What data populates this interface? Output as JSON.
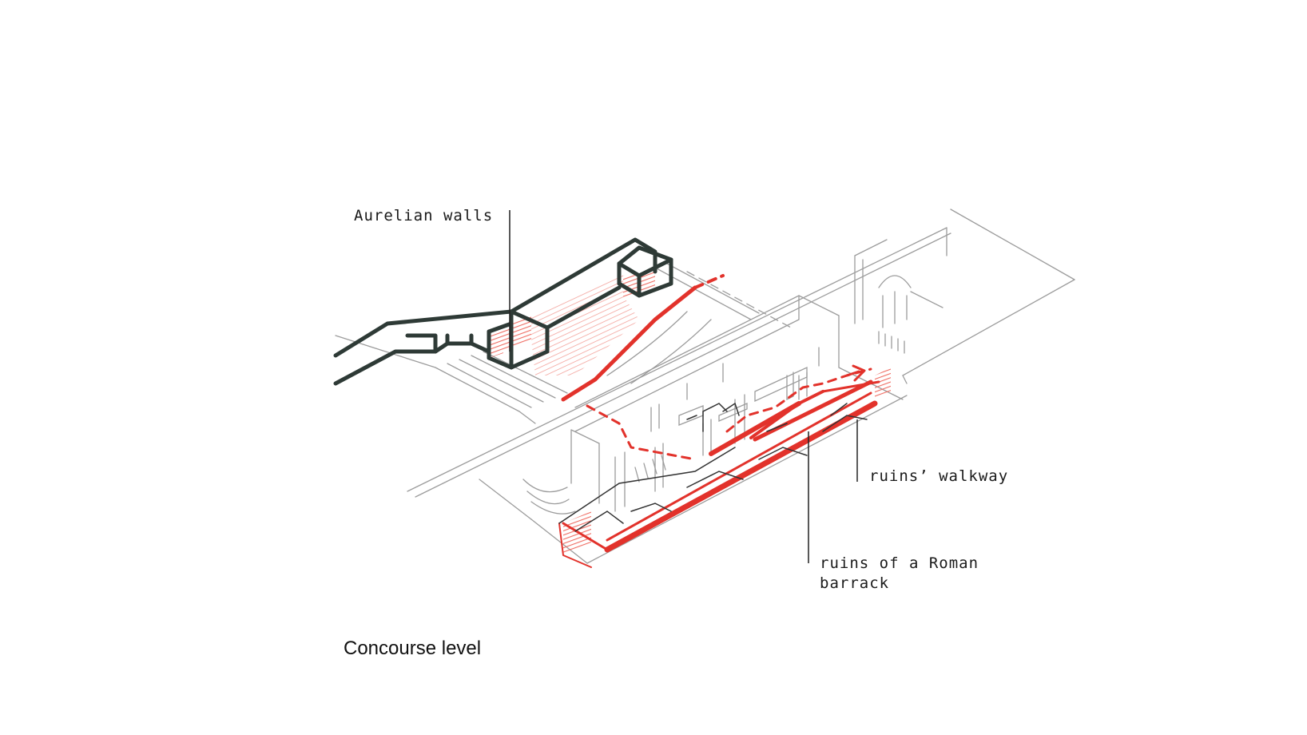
{
  "labels": {
    "aurelian_walls": "Aurelian walls",
    "ruins_walkway": "ruins’ walkway",
    "roman_barrack_line1": "ruins of a Roman",
    "roman_barrack_line2": "barrack"
  },
  "caption": "Concourse level",
  "colors": {
    "wall_outline": "#2e3a36",
    "accent_red": "#e2322b",
    "red_hatch": "#ee6a60",
    "pencil": "#9a9a9a",
    "leader": "#222222"
  }
}
